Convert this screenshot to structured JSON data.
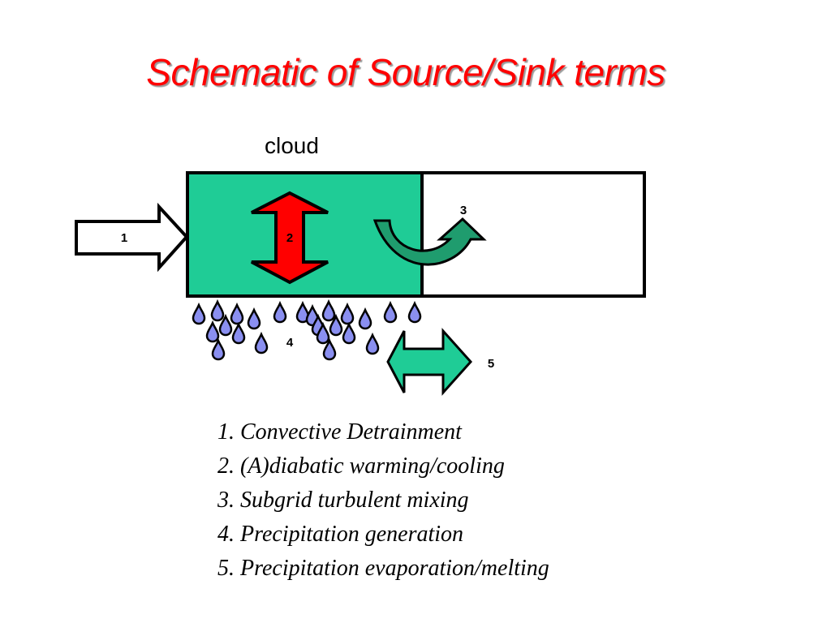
{
  "title": "Schematic of Source/Sink terms",
  "diagram": {
    "cloud_label": "cloud",
    "markers": [
      "1",
      "2",
      "3",
      "4",
      "5"
    ],
    "colors": {
      "cloud_fill": "#1fcc96",
      "arrow_2_fill": "#ff0000",
      "arrow_3_fill": "#1f9c6e",
      "arrow_5_fill": "#1fcc96",
      "drop_fill": "#8a8ff0"
    }
  },
  "legend": [
    "1. Convective Detrainment",
    "2. (A)diabatic warming/cooling",
    "3. Subgrid turbulent mixing",
    "4. Precipitation generation",
    "5. Precipitation evaporation/melting"
  ]
}
